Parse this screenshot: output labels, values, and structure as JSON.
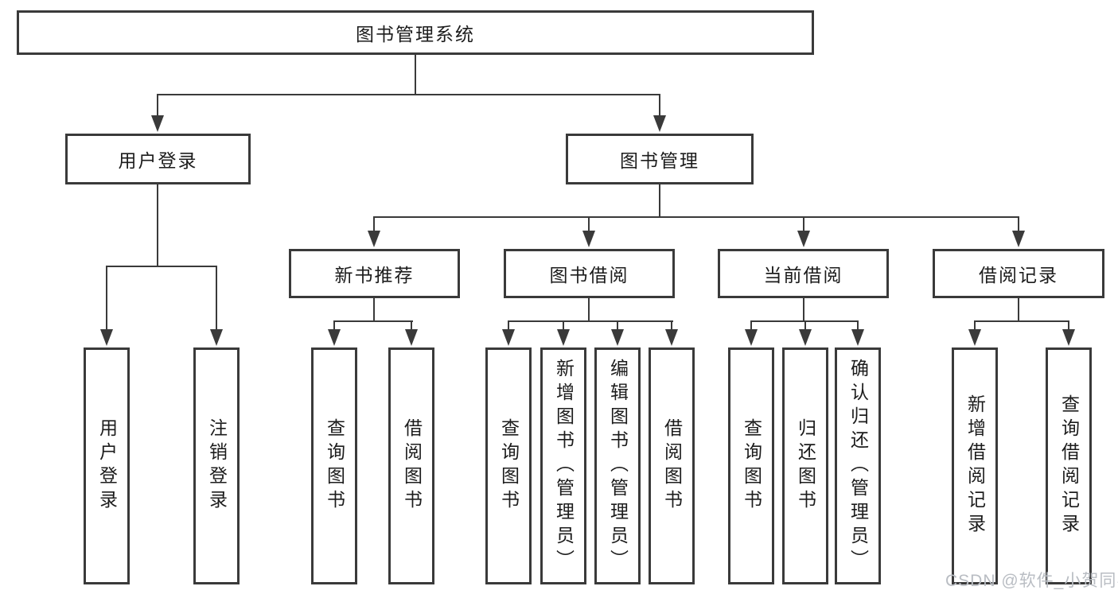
{
  "diagram": {
    "title": "图书管理系统",
    "nodes": {
      "root": "图书管理系统",
      "level2": [
        "用户登录",
        "图书管理"
      ],
      "level3": [
        "新书推荐",
        "图书借阅",
        "当前借阅",
        "借阅记录"
      ],
      "leaves_login": [
        "用户登录",
        "注销登录"
      ],
      "leaves_newbook": [
        "查询图书",
        "借阅图书"
      ],
      "leaves_bookborrow": [
        "查询图书",
        "新增图书（管理员）",
        "编辑图书（管理员）",
        "借阅图书"
      ],
      "leaves_current": [
        "查询图书",
        "归还图书",
        "确认归还（管理员）"
      ],
      "leaves_records": [
        "新增借阅记录",
        "查询借阅记录"
      ]
    },
    "colors": {
      "line": "#3a3a3a",
      "text": "#1c1c1c",
      "background": "#ffffff",
      "watermark": "#b9bdc3"
    },
    "watermark": "CSDN @软件_小贺同学"
  }
}
